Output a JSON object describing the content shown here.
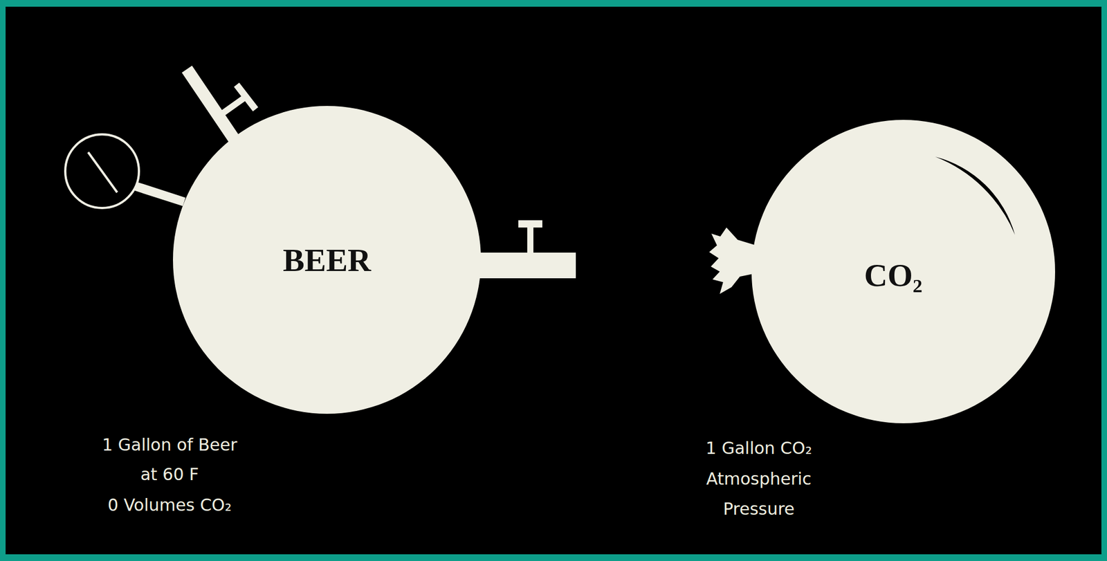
{
  "diagram": {
    "nodes": [
      {
        "text": [
          "BEER"
        ]
      },
      {
        "text": [
          "CO₂"
        ]
      }
    ],
    "labels": [
      "1 Gallon of Beer",
      "at 60 F",
      "0 Volumes CO₂",
      "1 Gallon CO₂",
      "Atmospheric",
      "Pressure"
    ]
  }
}
